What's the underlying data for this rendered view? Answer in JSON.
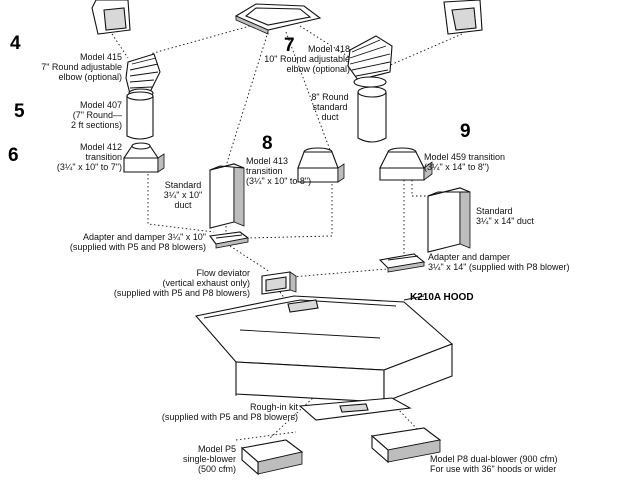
{
  "steps": {
    "four": "4",
    "five": "5",
    "six": "6",
    "seven": "7",
    "eight": "8",
    "nine": "9"
  },
  "parts": {
    "model415": "Model 415\n7\" Round adjustable\nelbow (optional)",
    "model407": "Model 407\n(7\" Round—\n2 ft sections)",
    "model412": "Model 412\ntransition\n(3¼\" x 10\" to 7\")",
    "model418": "Model 418\n10\" Round adjustable\nelbow (optional)",
    "round_duct_8": "8\" Round\nstandard\nduct",
    "model413": "Model 413\ntransition\n(3¼\" x 10\" to 8\")",
    "model459": "Model 459 transition\n(3¼\" x 14\" to 8\")",
    "standard_duct_10": "Standard\n3¼\" x 10\"\nduct",
    "standard_duct_14": "Standard\n3¼\" x 14\" duct",
    "adapter_10": "Adapter and damper 3¼\" x 10\"\n(supplied with P5 and P8 blowers)",
    "adapter_14": "Adapter and damper\n3¼\" x 14\" (supplied with P8 blower)",
    "flow_deviator": "Flow deviator\n(vertical exhaust only)\n(supplied with P5 and P8 blowers)",
    "hood": "K210A HOOD",
    "rough_in": "Rough-in kit\n(supplied with P5 and P8 blowers)",
    "model_p5": "Model P5\nsingle-blower\n(500 cfm)",
    "model_p8": "Model P8 dual-blower (900 cfm)\nFor use with 36\" hoods or wider"
  }
}
